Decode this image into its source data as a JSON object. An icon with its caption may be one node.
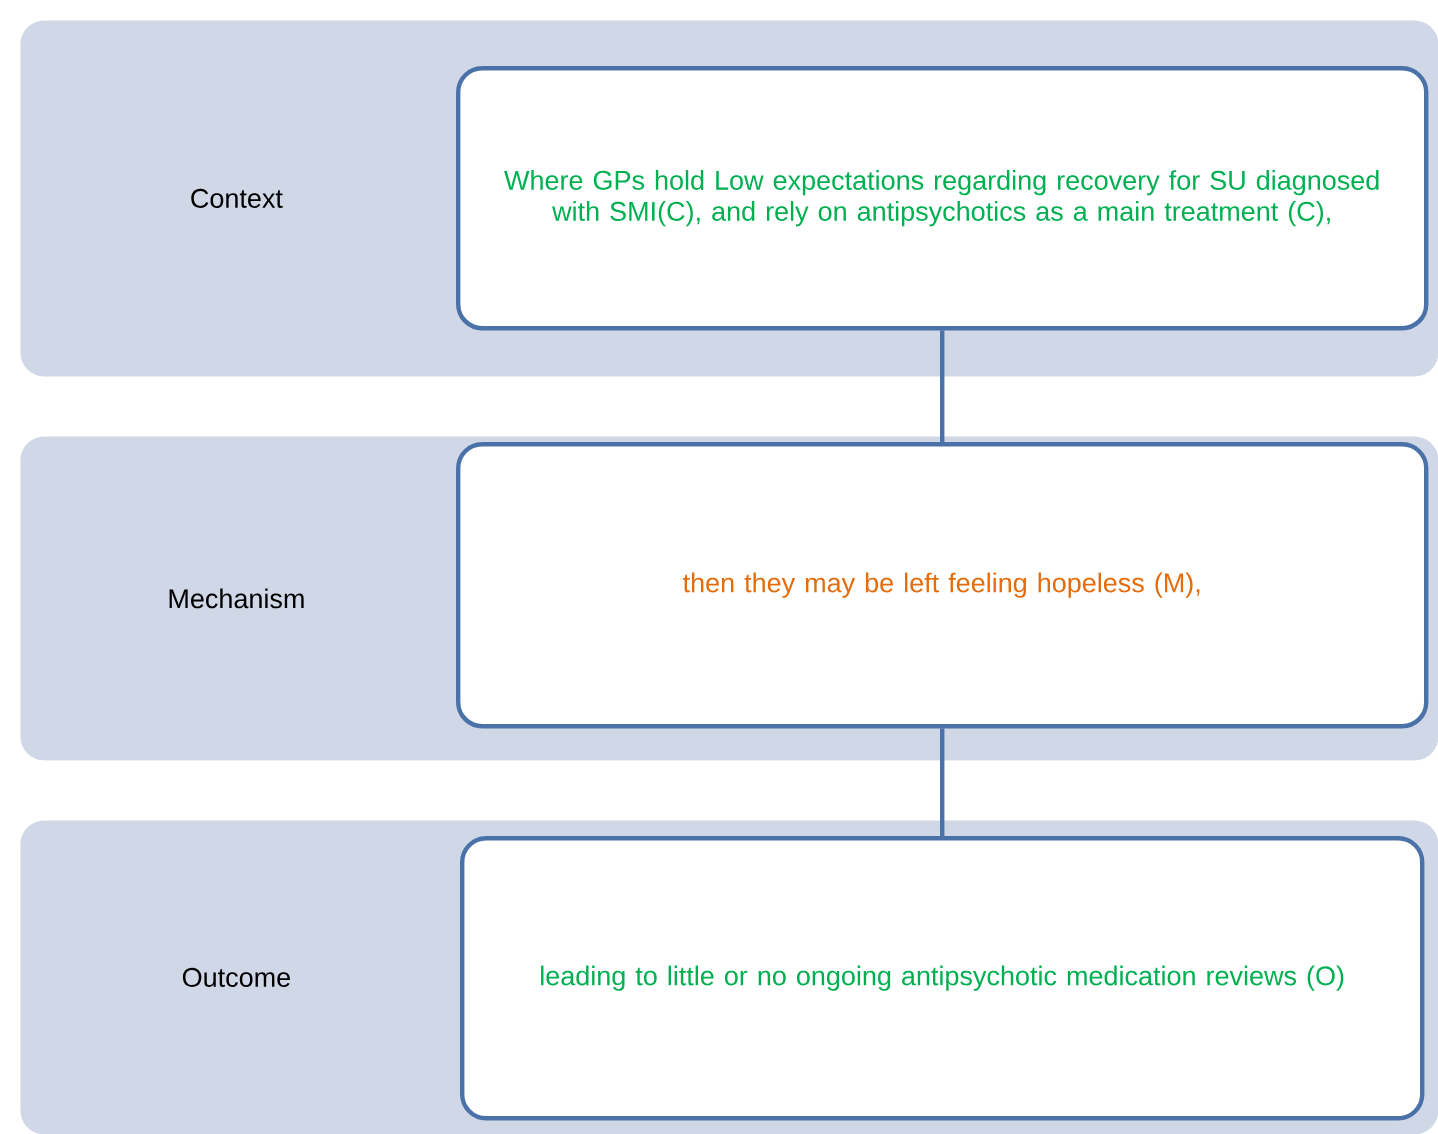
{
  "diagram": {
    "nodes": [
      {
        "text": [
          "Context"
        ]
      },
      {
        "text": [
          "Where GPs hold Low expectations regarding recovery for SU diagnosed with SMI(C), and rely on antipsychotics as a main treatment (C),"
        ],
        "in": 0
      },
      {
        "text": [
          "Mechanism"
        ]
      },
      {
        "text": [
          "then they may be left feeling hopeless (M),"
        ],
        "in": 2
      },
      {
        "text": [
          "Outcome"
        ]
      },
      {
        "text": [
          "leading to little or no ongoing antipsychotic medication reviews (O)"
        ],
        "in": 4
      }
    ],
    "edges": [
      {
        "from": 1,
        "to": 3,
        "arrow": "none"
      },
      {
        "from": 3,
        "to": 5,
        "arrow": "none"
      }
    ]
  }
}
